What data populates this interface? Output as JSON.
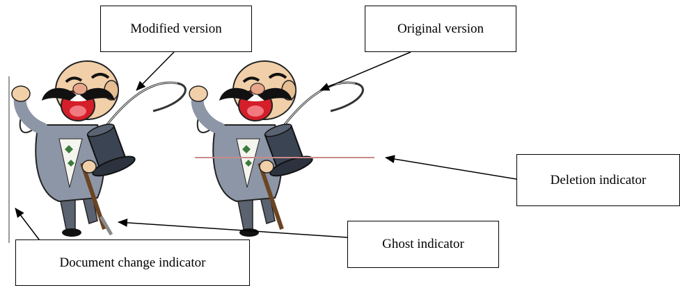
{
  "labels": {
    "modified_version": "Modified version",
    "original_version": "Original version",
    "deletion_indicator": "Deletion indicator",
    "ghost_indicator": "Ghost indicator",
    "document_change_indicator": "Document change indicator"
  },
  "colors": {
    "deletion_line": "#c98a8a",
    "change_bar": "#9a9a9a",
    "coat": "#8d96a6",
    "mouth": "#d41e2a",
    "skin": "#f1cfa8",
    "hat": "#3b4452"
  }
}
